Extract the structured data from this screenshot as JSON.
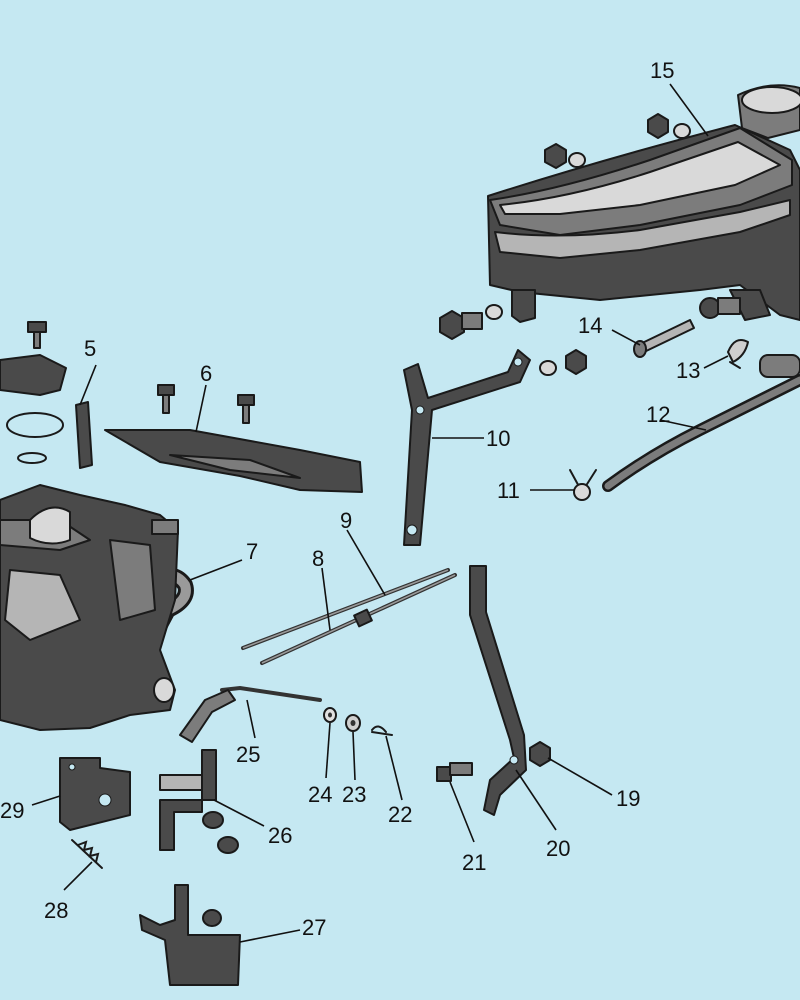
{
  "diagram": {
    "background_color": "#c5e8f2",
    "line_color": "#111111",
    "part_color": "#4a4a4a",
    "callouts": [
      "5",
      "6",
      "7",
      "8",
      "9",
      "10",
      "11",
      "12",
      "13",
      "14",
      "15",
      "19",
      "20",
      "21",
      "22",
      "23",
      "24",
      "25",
      "26",
      "27",
      "28",
      "29"
    ]
  }
}
